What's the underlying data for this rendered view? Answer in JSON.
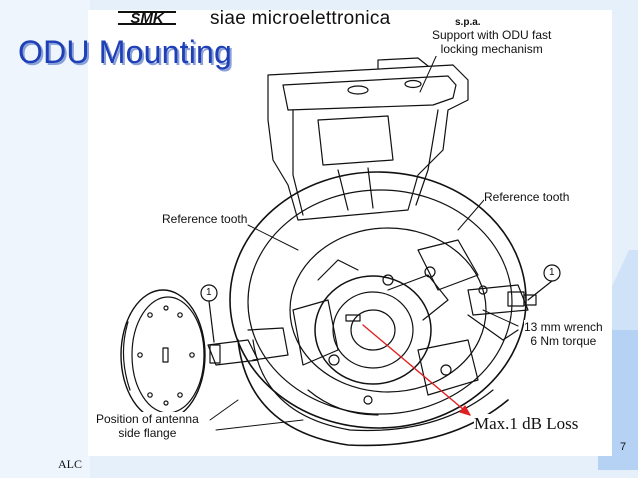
{
  "slide": {
    "title": "ODU Mounting",
    "page_number": "7",
    "footer": "ALC"
  },
  "brand": {
    "logo_text": "SMK",
    "name": "siae microelettronica",
    "suffix": "s.p.a.",
    "logo_color": "#111111"
  },
  "labels": {
    "support": "Support with ODU fast",
    "support_line2": "locking mechanism",
    "ref_tooth_right": "Reference tooth",
    "ref_tooth_left": "Reference tooth",
    "wrench": "13 mm wrench",
    "torque": "6 Nm torque",
    "flange": "Position of antenna",
    "flange_line2": "side flange",
    "callout_1": "1",
    "callout_1b": "1",
    "loss": "Max.1 dB Loss"
  },
  "colors": {
    "title": "#1f3fb6",
    "arrow": "#e02020",
    "background": "#e6f0fb"
  }
}
